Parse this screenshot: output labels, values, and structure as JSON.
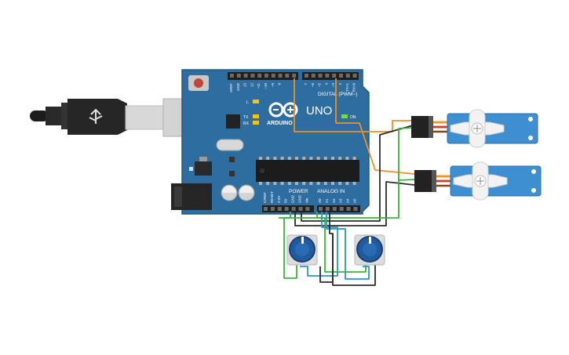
{
  "board": {
    "logo_text": "ARDUINO",
    "model_text": "UNO",
    "digital_header_label": "DIGITAL (PWM~)",
    "power_label": "POWER",
    "analog_label": "ANALOG IN",
    "on_label": "ON",
    "led_l_label": "L",
    "led_tx_label": "TX",
    "led_rx_label": "RX",
    "top_pin_labels": [
      "AREF",
      "GND",
      "13",
      "12",
      "~11",
      "~10",
      "~9",
      "8",
      "7",
      "~6",
      "~5",
      "4",
      "~3",
      "2",
      "TX>1",
      "RX<0"
    ],
    "power_pin_labels": [
      "IOREF",
      "RESET",
      "3.3V",
      "5V",
      "GND",
      "GND",
      "Vin"
    ],
    "analog_pin_labels": [
      "A0",
      "A1",
      "A2",
      "A3",
      "A4",
      "A5"
    ]
  },
  "colors": {
    "board_blue": "#2e6da0",
    "board_edge": "#24587f",
    "wire_orange": "#f0901e",
    "wire_green": "#3cb43c",
    "wire_blue": "#2a97c9",
    "wire_black": "#2b2b2b",
    "servo_blue": "#3d8fd1",
    "pot_blue": "#1f5b9e"
  },
  "icons": {
    "usb_symbol": "usb-icon",
    "arduino_logo": "infinity-logo-icon",
    "servo_hub": "crosshair-icon"
  }
}
